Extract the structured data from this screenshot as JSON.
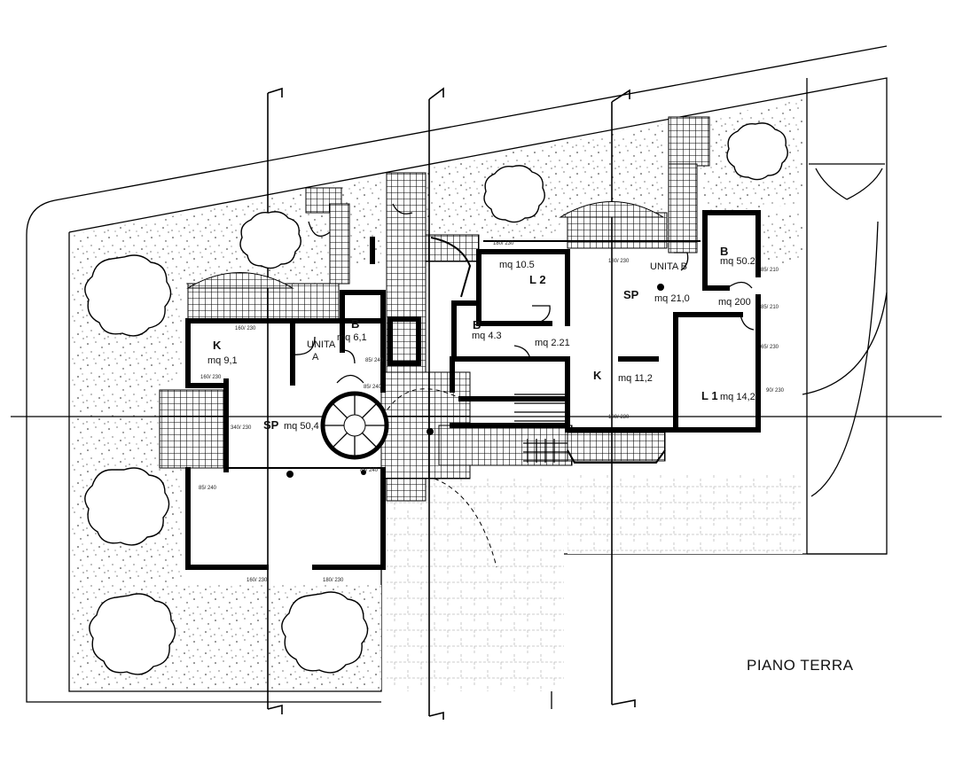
{
  "drawing": {
    "title": "PIANO TERRA"
  },
  "rooms": [
    {
      "id": "kitchen-a",
      "code": "K",
      "area": "mq 9,1"
    },
    {
      "id": "bath-a",
      "code": "B",
      "area": "mq 6,1"
    },
    {
      "id": "unit-a",
      "code": "UNITA",
      "sub": "A"
    },
    {
      "id": "living-a",
      "code": "SP",
      "area": "mq 50,4"
    },
    {
      "id": "bedroom-2",
      "code": "L 2",
      "area": "mq 10.5"
    },
    {
      "id": "bath-small",
      "code": "B",
      "area": "mq 4.3"
    },
    {
      "id": "hall-small",
      "area": "mq 2.21"
    },
    {
      "id": "unit-b",
      "code": "UNITA B"
    },
    {
      "id": "living-b",
      "code": "SP",
      "area": "mq 21,0"
    },
    {
      "id": "bath-b",
      "code": "B",
      "area": "mq 50.2"
    },
    {
      "id": "hall-b",
      "area": "mq 200"
    },
    {
      "id": "kitchen-b",
      "code": "K",
      "area": "mq 11,2"
    },
    {
      "id": "bedroom-1",
      "code": "L 1",
      "area": "mq 14,2"
    }
  ],
  "dimensions": {
    "d1": "180/ 230",
    "d2": "180/ 230",
    "d3": "160/ 230",
    "d4": "340/ 230",
    "d5": "160/ 230",
    "d6": "85/ 240",
    "d7": "85/ 210",
    "d8": "85/ 210",
    "d9": "65/ 230",
    "d10": "90/ 230",
    "d11": "180/ 230",
    "d12": "85/ 240",
    "d13": "85/ 240",
    "d14": "160/ 230",
    "d15": "85/ 240",
    "d16": "180/ 230"
  }
}
